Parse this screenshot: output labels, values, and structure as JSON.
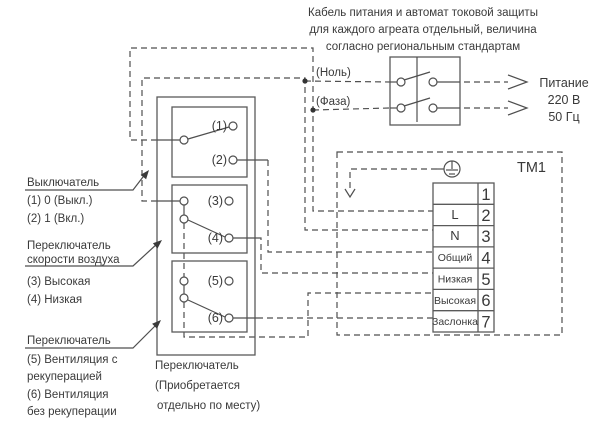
{
  "colors": {
    "wire": "#4f4f4f",
    "box": "#5a5a5a",
    "text": "#3a3a3a",
    "background": "#ffffff"
  },
  "note": {
    "line1": "Кабель питания и автомат токовой защиты",
    "line2": "для каждого агреата отдельный, величина",
    "line3": "согласно региональным стандартам"
  },
  "power": {
    "neutral_label": "(Ноль)",
    "phase_label": "(Фаза)",
    "supply_line1": "Питание",
    "supply_line2": "220 В",
    "supply_line3": "50 Гц"
  },
  "tm1": {
    "title": "ТМ1",
    "terminals": [
      {
        "label": "",
        "num": "1"
      },
      {
        "label": "L",
        "num": "2"
      },
      {
        "label": "N",
        "num": "3"
      },
      {
        "label": "Общий",
        "num": "4"
      },
      {
        "label": "Низкая",
        "num": "5"
      },
      {
        "label": "Высокая",
        "num": "6"
      },
      {
        "label": "Заслонка",
        "num": "7"
      }
    ]
  },
  "switches": {
    "contacts": [
      "(1)",
      "(2)",
      "(3)",
      "(4)",
      "(5)",
      "(6)"
    ]
  },
  "annotations": {
    "switch1": {
      "title": "Выключатель",
      "lines": [
        "(1) 0 (Выкл.)",
        "(2) 1 (Вкл.)"
      ]
    },
    "speed": {
      "title1": "Переключатель",
      "title2": "скорости воздуха",
      "lines": [
        "(3) Высокая",
        "(4) Низкая"
      ]
    },
    "recup": {
      "title": "Переключатель",
      "lines": [
        "(5) Вентиляция с",
        "рекуперацией",
        "(6) Вентиляция",
        "без рекуперации"
      ]
    },
    "bottom": {
      "lines": [
        "Переключатель",
        "(Приобретается",
        "отдельно по месту)"
      ]
    }
  }
}
